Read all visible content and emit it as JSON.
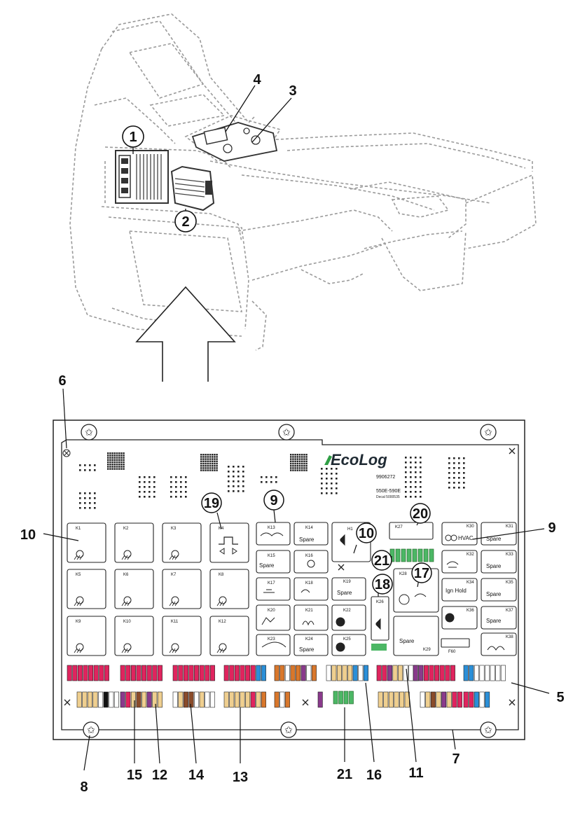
{
  "callouts": [
    "1",
    "2",
    "3",
    "4",
    "5",
    "6",
    "7",
    "8",
    "9",
    "10",
    "11",
    "12",
    "13",
    "14",
    "15",
    "16",
    "17",
    "18",
    "19",
    "20",
    "21"
  ],
  "board": {
    "brand": "EcoLog",
    "part_no": "9906272",
    "model": "550E-590E",
    "decal": "Decal 5000535"
  },
  "relays_left": [
    "K1",
    "K2",
    "K3",
    "K4",
    "K5",
    "K6",
    "K7",
    "K8",
    "K9",
    "K10",
    "K11",
    "K12"
  ],
  "relays_mid": {
    "k13": "K13",
    "k14": "K14",
    "k14_label": "Spare",
    "k15": "K15",
    "k15_label": "Spare",
    "k16": "K16",
    "k17": "K17",
    "k18": "K18",
    "k19": "K19",
    "k19_label": "Spare",
    "k20": "K20",
    "k21": "K21",
    "k22": "K22",
    "k23": "K23",
    "k24": "K24",
    "k24_label": "Spare",
    "k25": "K25",
    "h1": "H1",
    "k26": "K26",
    "k27": "K27",
    "k28": "K28",
    "k29": "K29",
    "k29_label": "Spare",
    "f60": "F60"
  },
  "relays_right": {
    "k30": "K30",
    "k30_label": "HVAC",
    "k31": "K31",
    "k31_label": "Spare",
    "k32": "K32",
    "k33": "K33",
    "k33_label": "Spare",
    "k34": "K34",
    "k34_label": "Ign Hold",
    "k35": "K35",
    "k35_label": "Spare",
    "k36": "K36",
    "k37": "K37",
    "k37_label": "Spare",
    "k38": "K38"
  },
  "colors": {
    "red": "#e0245e",
    "purple": "#8a3a8c",
    "orange": "#d9772b",
    "blue": "#2a8fd8",
    "tan": "#efcf8f",
    "brown": "#8a4b2a",
    "green": "#4cb765",
    "white": "#ffffff",
    "black": "#111111"
  }
}
